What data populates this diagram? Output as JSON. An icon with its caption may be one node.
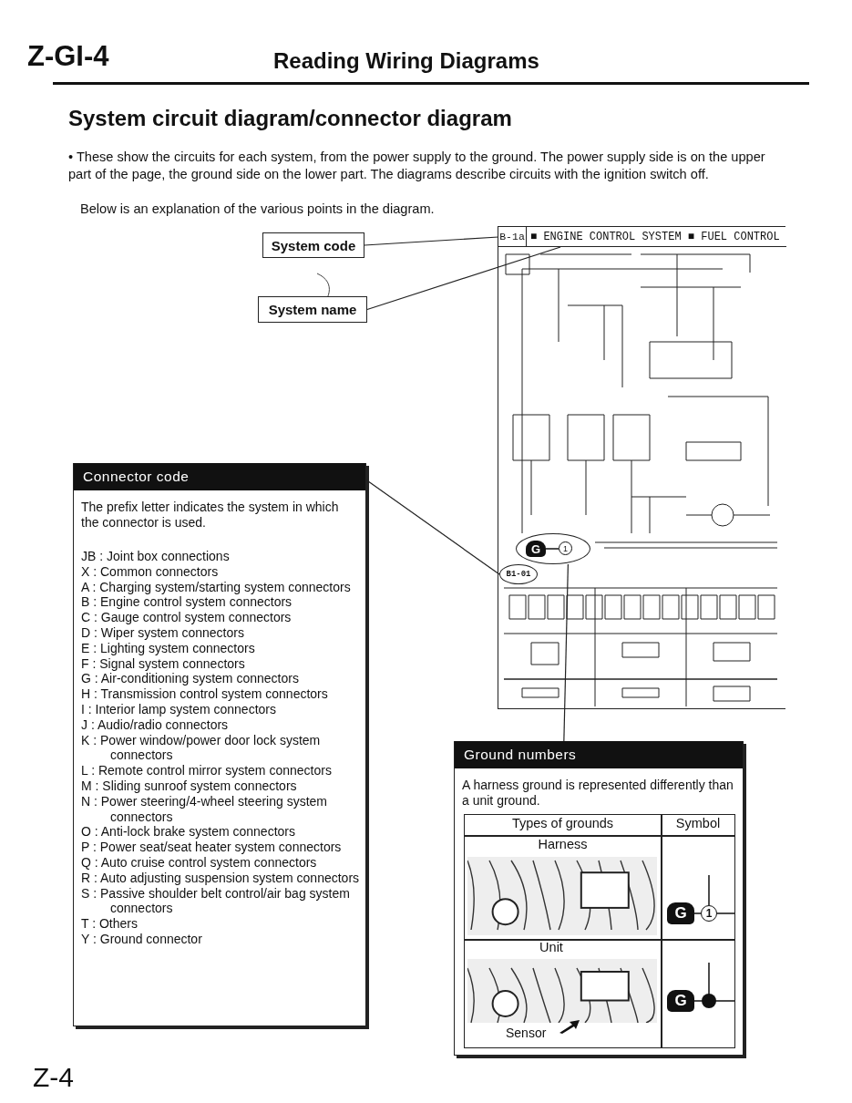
{
  "diagram": {
    "title": "Reading Wiring Diagrams",
    "nodes": [
      {
        "text": [
          "System code"
        ]
      },
      {
        "text": [
          "System name"
        ]
      },
      {
        "text": [],
        "shape": "picture"
      },
      {
        "text": [
          "B-1a"
        ],
        "in": 2
      },
      {
        "text": [
          "■ ENGINE CONTROL SYSTEM ■ FUEL CONTROL"
        ],
        "in": 2
      },
      {
        "text": [
          "B1-01"
        ],
        "in": 2
      },
      {
        "text": [
          "G",
          "1"
        ],
        "in": 2
      },
      {
        "text": [
          "Connector code",
          "The prefix letter indicates the system in which the connector is used.",
          "JB : Joint box connections",
          "X : Common connectors",
          "A : Charging system/starting system connectors",
          "B : Engine control system connectors",
          "C : Gauge control system connectors",
          "D : Wiper system connectors",
          "E : Lighting system connectors",
          "F : Signal system connectors",
          "G : Air-conditioning system connectors",
          "H : Transmission control system connectors",
          "I : Interior lamp system connectors",
          "J : Audio/radio connectors",
          "K : Power window/power door lock system connectors",
          "L : Remote control mirror system connectors",
          "M : Sliding sunroof system connectors",
          "N : Power steering/4-wheel steering system connectors",
          "O : Anti-lock brake system connectors",
          "P : Power seat/seat heater system connectors",
          "Q : Auto cruise control system connectors",
          "R : Auto adjusting suspension system connectors",
          "S : Passive shoulder belt control/air bag system connectors",
          "T : Others",
          "Y : Ground connector"
        ]
      },
      {
        "text": [
          "Ground numbers",
          "A harness ground is represented differently than a unit ground."
        ]
      }
    ],
    "edges": [
      {
        "from": 0,
        "to": 3,
        "arrow": "none"
      },
      {
        "from": 1,
        "to": 4,
        "arrow": "none"
      },
      {
        "from": 7,
        "to": 5,
        "arrow": "none"
      },
      {
        "from": 8,
        "to": 6,
        "arrow": "none"
      }
    ],
    "labels": [
      "Z-GI-4",
      "System circuit diagram/connector diagram",
      "• These show the circuits for each system, from the power supply to the ground. The power supply side is on the upper part of the page, the ground side on the lower part. The diagrams describe circuits with the ignition switch off.",
      "Below is an explanation of the various points in the diagram.",
      "Types of grounds",
      "Symbol",
      "Harness",
      "G",
      "1",
      "Unit",
      "Sensor",
      "G",
      "Z-4"
    ]
  }
}
